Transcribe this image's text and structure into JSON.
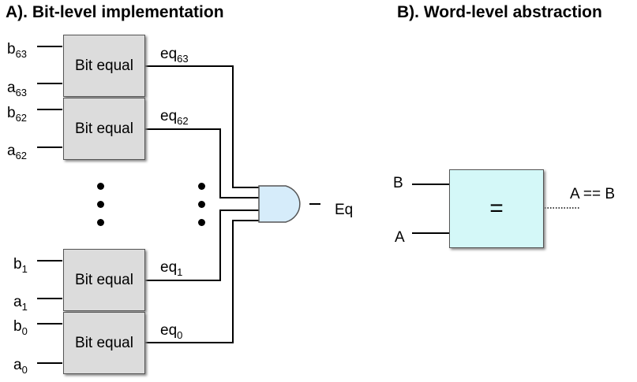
{
  "titles": {
    "a": "A). Bit-level implementation",
    "b": "B). Word-level abstraction"
  },
  "bit_blocks": [
    {
      "label": "Bit equal",
      "b_base": "b",
      "b_sub": "63",
      "a_base": "a",
      "a_sub": "63",
      "eq_base": "eq",
      "eq_sub": "63"
    },
    {
      "label": "Bit equal",
      "b_base": "b",
      "b_sub": "62",
      "a_base": "a",
      "a_sub": "62",
      "eq_base": "eq",
      "eq_sub": "62"
    },
    {
      "label": "Bit equal",
      "b_base": "b",
      "b_sub": "1",
      "a_base": "a",
      "a_sub": "1",
      "eq_base": "eq",
      "eq_sub": "1"
    },
    {
      "label": "Bit equal",
      "b_base": "b",
      "b_sub": "0",
      "a_base": "a",
      "a_sub": "0",
      "eq_base": "eq",
      "eq_sub": "0"
    }
  ],
  "and_gate": {
    "output": "Eq",
    "fill": "#d6ecfa"
  },
  "comparator": {
    "symbol": "=",
    "input_b": "B",
    "input_a": "A",
    "output": "A == B",
    "fill": "#d4f8f8"
  }
}
